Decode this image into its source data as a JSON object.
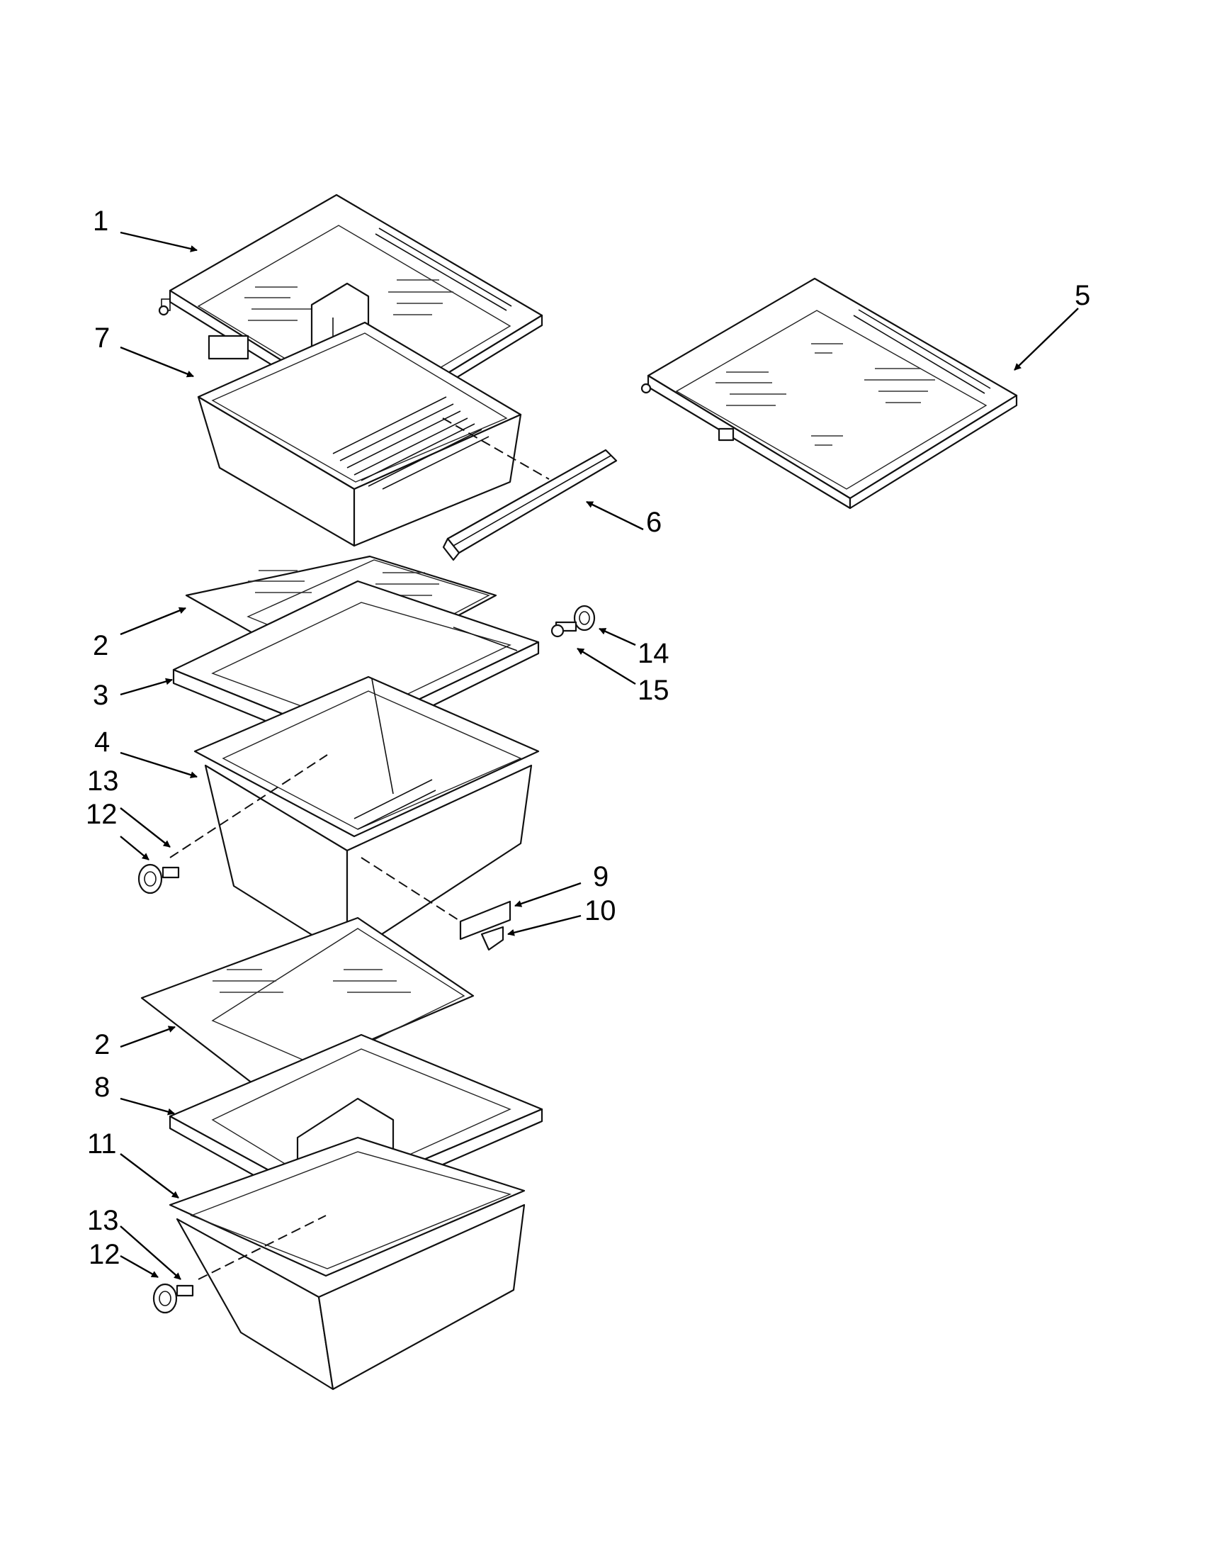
{
  "diagram": {
    "callouts": [
      {
        "id": "c1",
        "label": "1"
      },
      {
        "id": "c7",
        "label": "7"
      },
      {
        "id": "c5",
        "label": "5"
      },
      {
        "id": "c6",
        "label": "6"
      },
      {
        "id": "c2a",
        "label": "2"
      },
      {
        "id": "c3",
        "label": "3"
      },
      {
        "id": "c14",
        "label": "14"
      },
      {
        "id": "c15",
        "label": "15"
      },
      {
        "id": "c4",
        "label": "4"
      },
      {
        "id": "c13a",
        "label": "13"
      },
      {
        "id": "c12a",
        "label": "12"
      },
      {
        "id": "c9",
        "label": "9"
      },
      {
        "id": "c10",
        "label": "10"
      },
      {
        "id": "c2b",
        "label": "2"
      },
      {
        "id": "c8",
        "label": "8"
      },
      {
        "id": "c11",
        "label": "11"
      },
      {
        "id": "c13b",
        "label": "13"
      },
      {
        "id": "c12b",
        "label": "12"
      }
    ]
  }
}
